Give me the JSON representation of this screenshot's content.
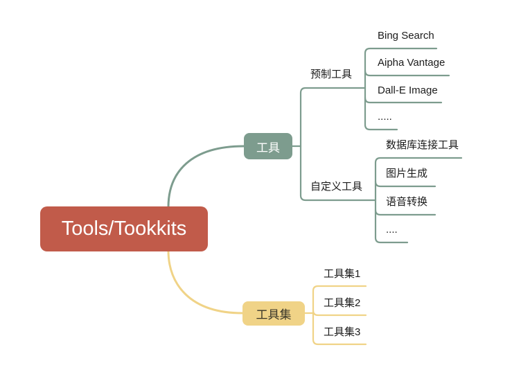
{
  "colors": {
    "canvas_bg": "#ffffff",
    "root_bg": "#c15b4a",
    "root_text": "#ffffff",
    "branch_green": "#7d9c8e",
    "branch_yellow": "#f0d387",
    "yellow_text": "#383528",
    "label_text": "#1b1b1b"
  },
  "mindmap": {
    "root": {
      "label": "Tools/Tookkits"
    },
    "branches": [
      {
        "label": "工具",
        "children": [
          {
            "label": "预制工具",
            "children": [
              {
                "label": "Bing Search"
              },
              {
                "label": "Aipha Vantage"
              },
              {
                "label": "Dall-E Image"
              },
              {
                "label": "....."
              }
            ]
          },
          {
            "label": "自定义工具",
            "children": [
              {
                "label": "数据库连接工具"
              },
              {
                "label": "图片生成"
              },
              {
                "label": "语音转换"
              },
              {
                "label": "...."
              }
            ]
          }
        ]
      },
      {
        "label": "工具集",
        "children": [
          {
            "label": "工具集1"
          },
          {
            "label": "工具集2"
          },
          {
            "label": "工具集3"
          }
        ]
      }
    ]
  }
}
